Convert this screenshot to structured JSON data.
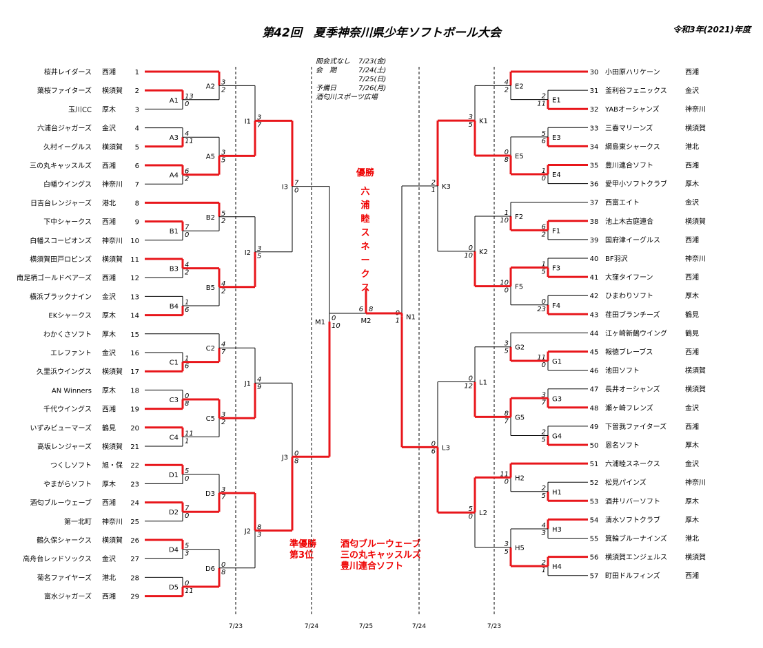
{
  "title": "第42回　夏季神奈川県少年ソフトボール大会",
  "year_label": "令和3年(2021)年度",
  "info": [
    {
      "label": "開会式なし",
      "value": "7/23(金)"
    },
    {
      "label": "会　期",
      "value": "7/24(土)"
    },
    {
      "label": "",
      "value": "7/25(日)"
    },
    {
      "label": "予備日",
      "value": "7/26(月)"
    },
    {
      "label": "酒匂川スポーツ広場",
      "value": ""
    }
  ],
  "champion": {
    "label": "優勝",
    "team": "六浦睦スネークス"
  },
  "runner_up_label": "準優勝",
  "third_label": "第3位",
  "runner_up_team": "酒匂ブルーウェーブ",
  "third_teams": [
    "三の丸キャッスルズ",
    "豊川連合ソフト"
  ],
  "date_labels": [
    "7/23",
    "7/24",
    "7/25",
    "7/24",
    "7/23"
  ],
  "colors": {
    "winner_line": "#e8161b",
    "loser_line": "#000000"
  },
  "teams_left": [
    {
      "no": 1,
      "name": "桜井レイダース",
      "area": "西湘"
    },
    {
      "no": 2,
      "name": "葉桜ファイターズ",
      "area": "横須賀"
    },
    {
      "no": 3,
      "name": "玉川CC",
      "area": "厚木"
    },
    {
      "no": 4,
      "name": "六浦台ジャガーズ",
      "area": "金沢"
    },
    {
      "no": 5,
      "name": "久村イーグルス",
      "area": "横須賀"
    },
    {
      "no": 6,
      "name": "三の丸キャッスルズ",
      "area": "西湘"
    },
    {
      "no": 7,
      "name": "白幡ウイングス",
      "area": "神奈川"
    },
    {
      "no": 8,
      "name": "日吉台レンジャーズ",
      "area": "港北"
    },
    {
      "no": 9,
      "name": "下中シャークス",
      "area": "西湘"
    },
    {
      "no": 10,
      "name": "白幡スコーピオンズ",
      "area": "神奈川"
    },
    {
      "no": 11,
      "name": "横須賀田戸ロビンズ",
      "area": "横須賀"
    },
    {
      "no": 12,
      "name": "南足柄ゴールドベアーズ",
      "area": "西湘"
    },
    {
      "no": 13,
      "name": "横浜ブラックナイン",
      "area": "金沢"
    },
    {
      "no": 14,
      "name": "EKシャークス",
      "area": "厚木"
    },
    {
      "no": 15,
      "name": "わかくさソフト",
      "area": "厚木"
    },
    {
      "no": 16,
      "name": "エレファント",
      "area": "金沢"
    },
    {
      "no": 17,
      "name": "久里浜ウイングス",
      "area": "横須賀"
    },
    {
      "no": 18,
      "name": "AN Winners",
      "area": "厚木"
    },
    {
      "no": 19,
      "name": "千代ウイングス",
      "area": "西湘"
    },
    {
      "no": 20,
      "name": "いずみピューマーズ",
      "area": "鶴見"
    },
    {
      "no": 21,
      "name": "高坂レンジャーズ",
      "area": "横須賀"
    },
    {
      "no": 22,
      "name": "つくしソフト",
      "area": "旭・保"
    },
    {
      "no": 23,
      "name": "やまがらソフト",
      "area": "厚木"
    },
    {
      "no": 24,
      "name": "酒匂ブルーウェーブ",
      "area": "西湘"
    },
    {
      "no": 25,
      "name": "第一北町",
      "area": "神奈川"
    },
    {
      "no": 26,
      "name": "鶴久保シャークス",
      "area": "横須賀"
    },
    {
      "no": 27,
      "name": "高舟台レッドソックス",
      "area": "金沢"
    },
    {
      "no": 28,
      "name": "菊名ファイヤーズ",
      "area": "港北"
    },
    {
      "no": 29,
      "name": "富水ジャガーズ",
      "area": "西湘"
    }
  ],
  "teams_right": [
    {
      "no": 30,
      "name": "小田原ハリケーン",
      "area": "西湘"
    },
    {
      "no": 31,
      "name": "釜利谷フェニックス",
      "area": "金沢"
    },
    {
      "no": 32,
      "name": "YABオーシャンズ",
      "area": "神奈川"
    },
    {
      "no": 33,
      "name": "三春マリーンズ",
      "area": "横須賀"
    },
    {
      "no": 34,
      "name": "綱島東シャークス",
      "area": "港北"
    },
    {
      "no": 35,
      "name": "豊川連合ソフト",
      "area": "西湘"
    },
    {
      "no": 36,
      "name": "愛甲小ソフトクラブ",
      "area": "厚木"
    },
    {
      "no": 37,
      "name": "西富エイト",
      "area": "金沢"
    },
    {
      "no": 38,
      "name": "池上木古庭連合",
      "area": "横須賀"
    },
    {
      "no": 39,
      "name": "国府津イーグルス",
      "area": "西湘"
    },
    {
      "no": 40,
      "name": "BF羽沢",
      "area": "神奈川"
    },
    {
      "no": 41,
      "name": "大窪タイフーン",
      "area": "西湘"
    },
    {
      "no": 42,
      "name": "ひまわりソフト",
      "area": "厚木"
    },
    {
      "no": 43,
      "name": "荏田ブランチーズ",
      "area": "鶴見"
    },
    {
      "no": 44,
      "name": "江ヶ崎新鶴ウイング",
      "area": "鶴見"
    },
    {
      "no": 45,
      "name": "報徳ブレーブス",
      "area": "西湘"
    },
    {
      "no": 46,
      "name": "池田ソフト",
      "area": "横須賀"
    },
    {
      "no": 47,
      "name": "長井オーシャンズ",
      "area": "横須賀"
    },
    {
      "no": 48,
      "name": "瀬ヶ崎フレンズ",
      "area": "金沢"
    },
    {
      "no": 49,
      "name": "下曽我ファイターズ",
      "area": "西湘"
    },
    {
      "no": 50,
      "name": "恩名ソフト",
      "area": "厚木"
    },
    {
      "no": 51,
      "name": "六浦睦スネークス",
      "area": "金沢"
    },
    {
      "no": 52,
      "name": "松見パインズ",
      "area": "神奈川"
    },
    {
      "no": 53,
      "name": "酒井リバーソフト",
      "area": "厚木"
    },
    {
      "no": 54,
      "name": "清水ソフトクラブ",
      "area": "厚木"
    },
    {
      "no": 55,
      "name": "箕輪ブルーナインズ",
      "area": "港北"
    },
    {
      "no": 56,
      "name": "横須賀エンジェルス",
      "area": "横須賀"
    },
    {
      "no": 57,
      "name": "町田ドルフィンズ",
      "area": "西湘"
    }
  ],
  "matches": [
    {
      "id": "A1",
      "a": {
        "team": 2
      },
      "b": {
        "team": 3
      },
      "sa": "13",
      "sb": "0",
      "w": "a"
    },
    {
      "id": "A2",
      "a": {
        "team": 1
      },
      "b": {
        "match": "A1"
      },
      "sa": "3",
      "sb": "2",
      "w": "a"
    },
    {
      "id": "A3",
      "a": {
        "team": 4
      },
      "b": {
        "team": 5
      },
      "sa": "4",
      "sb": "11",
      "w": "b"
    },
    {
      "id": "A4",
      "a": {
        "team": 6
      },
      "b": {
        "team": 7
      },
      "sa": "6",
      "sb": "2",
      "w": "a"
    },
    {
      "id": "A5",
      "a": {
        "match": "A3"
      },
      "b": {
        "match": "A4"
      },
      "sa": "3",
      "sb": "5",
      "w": "b"
    },
    {
      "id": "I1",
      "a": {
        "match": "A2"
      },
      "b": {
        "match": "A5"
      },
      "sa": "3",
      "sb": "7",
      "w": "b"
    },
    {
      "id": "B1",
      "a": {
        "team": 9
      },
      "b": {
        "team": 10
      },
      "sa": "7",
      "sb": "0",
      "w": "a"
    },
    {
      "id": "B2",
      "a": {
        "team": 8
      },
      "b": {
        "match": "B1"
      },
      "sa": "5",
      "sb": "2",
      "w": "a"
    },
    {
      "id": "B3",
      "a": {
        "team": 11
      },
      "b": {
        "team": 12
      },
      "sa": "4",
      "sb": "2",
      "w": "a"
    },
    {
      "id": "B4",
      "a": {
        "team": 13
      },
      "b": {
        "team": 14
      },
      "sa": "1",
      "sb": "6",
      "w": "b"
    },
    {
      "id": "B5",
      "a": {
        "match": "B3"
      },
      "b": {
        "match": "B4"
      },
      "sa": "4",
      "sb": "2",
      "w": "a"
    },
    {
      "id": "I2",
      "a": {
        "match": "B2"
      },
      "b": {
        "match": "B5"
      },
      "sa": "3",
      "sb": "5",
      "w": "b"
    },
    {
      "id": "I3",
      "a": {
        "match": "I1"
      },
      "b": {
        "match": "I2"
      },
      "sa": "7",
      "sb": "0",
      "w": "a"
    },
    {
      "id": "C1",
      "a": {
        "team": 16
      },
      "b": {
        "team": 17
      },
      "sa": "1",
      "sb": "6",
      "w": "b"
    },
    {
      "id": "C2",
      "a": {
        "team": 15
      },
      "b": {
        "match": "C1"
      },
      "sa": "4",
      "sb": "7",
      "w": "b"
    },
    {
      "id": "C3",
      "a": {
        "team": 18
      },
      "b": {
        "team": 19
      },
      "sa": "0",
      "sb": "8",
      "w": "b"
    },
    {
      "id": "C4",
      "a": {
        "team": 20
      },
      "b": {
        "team": 21
      },
      "sa": "11",
      "sb": "1",
      "w": "a"
    },
    {
      "id": "C5",
      "a": {
        "match": "C3"
      },
      "b": {
        "match": "C4"
      },
      "sa": "3",
      "sb": "2",
      "w": "a"
    },
    {
      "id": "J1",
      "a": {
        "match": "C2"
      },
      "b": {
        "match": "C5"
      },
      "sa": "4",
      "sb": "9",
      "w": "b"
    },
    {
      "id": "D1",
      "a": {
        "team": 22
      },
      "b": {
        "team": 23
      },
      "sa": "5",
      "sb": "0",
      "w": "a"
    },
    {
      "id": "D2",
      "a": {
        "team": 24
      },
      "b": {
        "team": 25
      },
      "sa": "7",
      "sb": "0",
      "w": "a"
    },
    {
      "id": "D3",
      "a": {
        "match": "D1"
      },
      "b": {
        "match": "D2"
      },
      "sa": "3",
      "sb": "7",
      "w": "b"
    },
    {
      "id": "D4",
      "a": {
        "team": 26
      },
      "b": {
        "team": 27
      },
      "sa": "5",
      "sb": "3",
      "w": "a"
    },
    {
      "id": "D5",
      "a": {
        "team": 28
      },
      "b": {
        "team": 29
      },
      "sa": "0",
      "sb": "11",
      "w": "b"
    },
    {
      "id": "D6",
      "a": {
        "match": "D4"
      },
      "b": {
        "match": "D5"
      },
      "sa": "0",
      "sb": "8",
      "w": "b"
    },
    {
      "id": "J2",
      "a": {
        "match": "D3"
      },
      "b": {
        "match": "D6"
      },
      "sa": "8",
      "sb": "3",
      "w": "a"
    },
    {
      "id": "J3",
      "a": {
        "match": "J1"
      },
      "b": {
        "match": "J2"
      },
      "sa": "0",
      "sb": "8",
      "w": "b"
    },
    {
      "id": "M1",
      "a": {
        "match": "I3"
      },
      "b": {
        "match": "J3"
      },
      "sa": "0",
      "sb": "10",
      "w": "b"
    },
    {
      "id": "E1",
      "a": {
        "team": 31
      },
      "b": {
        "team": 32
      },
      "sa": "2",
      "sb": "11",
      "w": "b"
    },
    {
      "id": "E2",
      "a": {
        "team": 30
      },
      "b": {
        "match": "E1"
      },
      "sa": "4",
      "sb": "2",
      "w": "a"
    },
    {
      "id": "E3",
      "a": {
        "team": 33
      },
      "b": {
        "team": 34
      },
      "sa": "5",
      "sb": "6",
      "w": "b"
    },
    {
      "id": "E4",
      "a": {
        "team": 35
      },
      "b": {
        "team": 36
      },
      "sa": "1",
      "sb": "0",
      "w": "a"
    },
    {
      "id": "E5",
      "a": {
        "match": "E3"
      },
      "b": {
        "match": "E4"
      },
      "sa": "0",
      "sb": "8",
      "w": "b"
    },
    {
      "id": "K1",
      "a": {
        "match": "E2"
      },
      "b": {
        "match": "E5"
      },
      "sa": "3",
      "sb": "5",
      "w": "b"
    },
    {
      "id": "F1",
      "a": {
        "team": 38
      },
      "b": {
        "team": 39
      },
      "sa": "6",
      "sb": "2",
      "w": "a"
    },
    {
      "id": "F2",
      "a": {
        "team": 37
      },
      "b": {
        "match": "F1"
      },
      "sa": "1",
      "sb": "10",
      "w": "b"
    },
    {
      "id": "F3",
      "a": {
        "team": 40
      },
      "b": {
        "team": 41
      },
      "sa": "1",
      "sb": "5",
      "w": "b"
    },
    {
      "id": "F4",
      "a": {
        "team": 42
      },
      "b": {
        "team": 43
      },
      "sa": "0",
      "sb": "23",
      "w": "b"
    },
    {
      "id": "F5",
      "a": {
        "match": "F3"
      },
      "b": {
        "match": "F4"
      },
      "sa": "10",
      "sb": "0",
      "w": "a"
    },
    {
      "id": "K2",
      "a": {
        "match": "F2"
      },
      "b": {
        "match": "F5"
      },
      "sa": "0",
      "sb": "10",
      "w": "b"
    },
    {
      "id": "K3",
      "a": {
        "match": "K1"
      },
      "b": {
        "match": "K2"
      },
      "sa": "2",
      "sb": "1",
      "w": "a"
    },
    {
      "id": "G1",
      "a": {
        "team": 45
      },
      "b": {
        "team": 46
      },
      "sa": "11",
      "sb": "0",
      "w": "a"
    },
    {
      "id": "G2",
      "a": {
        "team": 44
      },
      "b": {
        "match": "G1"
      },
      "sa": "3",
      "sb": "5",
      "w": "b"
    },
    {
      "id": "G3",
      "a": {
        "team": 47
      },
      "b": {
        "team": 48
      },
      "sa": "3",
      "sb": "7",
      "w": "b"
    },
    {
      "id": "G4",
      "a": {
        "team": 49
      },
      "b": {
        "team": 50
      },
      "sa": "2",
      "sb": "5",
      "w": "b"
    },
    {
      "id": "G5",
      "a": {
        "match": "G3"
      },
      "b": {
        "match": "G4"
      },
      "sa": "8",
      "sb": "7",
      "w": "a"
    },
    {
      "id": "L1",
      "a": {
        "match": "G2"
      },
      "b": {
        "match": "G5"
      },
      "sa": "0",
      "sb": "12",
      "w": "b"
    },
    {
      "id": "H1",
      "a": {
        "team": 52
      },
      "b": {
        "team": 53
      },
      "sa": "2",
      "sb": "5",
      "w": "b"
    },
    {
      "id": "H2",
      "a": {
        "team": 51
      },
      "b": {
        "match": "H1"
      },
      "sa": "11",
      "sb": "0",
      "w": "a"
    },
    {
      "id": "H3",
      "a": {
        "team": 54
      },
      "b": {
        "team": 55
      },
      "sa": "4",
      "sb": "3",
      "w": "a"
    },
    {
      "id": "H4",
      "a": {
        "team": 56
      },
      "b": {
        "team": 57
      },
      "sa": "2",
      "sb": "1",
      "w": "a"
    },
    {
      "id": "H5",
      "a": {
        "match": "H3"
      },
      "b": {
        "match": "H4"
      },
      "sa": "3",
      "sb": "5",
      "w": "b"
    },
    {
      "id": "L2",
      "a": {
        "match": "H2"
      },
      "b": {
        "match": "H5"
      },
      "sa": "5",
      "sb": "0",
      "w": "a"
    },
    {
      "id": "L3",
      "a": {
        "match": "L1"
      },
      "b": {
        "match": "L2"
      },
      "sa": "0",
      "sb": "6",
      "w": "b"
    },
    {
      "id": "N1",
      "a": {
        "match": "K3"
      },
      "b": {
        "match": "L3"
      },
      "sa": "0",
      "sb": "1",
      "w": "b"
    },
    {
      "id": "M2",
      "a": {
        "match": "M1"
      },
      "b": {
        "match": "N1"
      },
      "sa": "6",
      "sb": "8",
      "w": "b"
    }
  ]
}
